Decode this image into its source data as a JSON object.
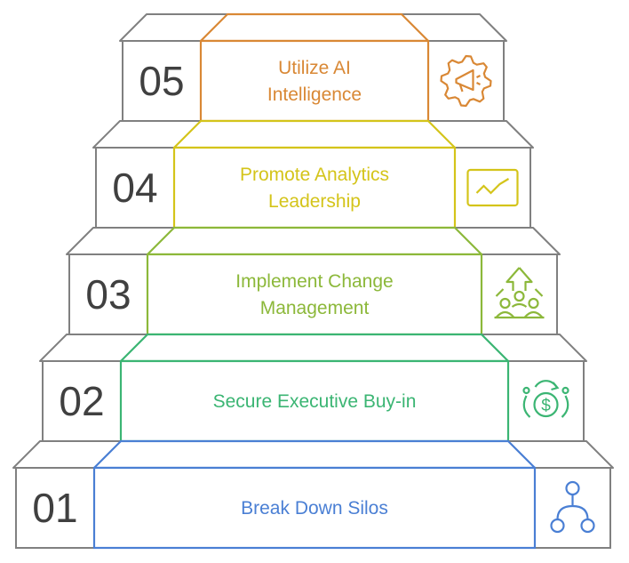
{
  "steps": [
    {
      "number": "01",
      "lines": [
        "Break Down Silos"
      ],
      "color": "#4a7fd4",
      "icon": "hierarchy-icon"
    },
    {
      "number": "02",
      "lines": [
        "Secure Executive Buy-in"
      ],
      "color": "#3bb573",
      "icon": "money-cycle-icon"
    },
    {
      "number": "03",
      "lines": [
        "Implement Change",
        "Management"
      ],
      "color": "#8cb83a",
      "icon": "team-growth-icon"
    },
    {
      "number": "04",
      "lines": [
        "Promote Analytics",
        "Leadership"
      ],
      "color": "#d4c41a",
      "icon": "analytics-chart-icon"
    },
    {
      "number": "05",
      "lines": [
        "Utilize AI",
        "Intelligence"
      ],
      "color": "#d98835",
      "icon": "megaphone-gear-icon"
    }
  ],
  "frame_color": "#808080"
}
